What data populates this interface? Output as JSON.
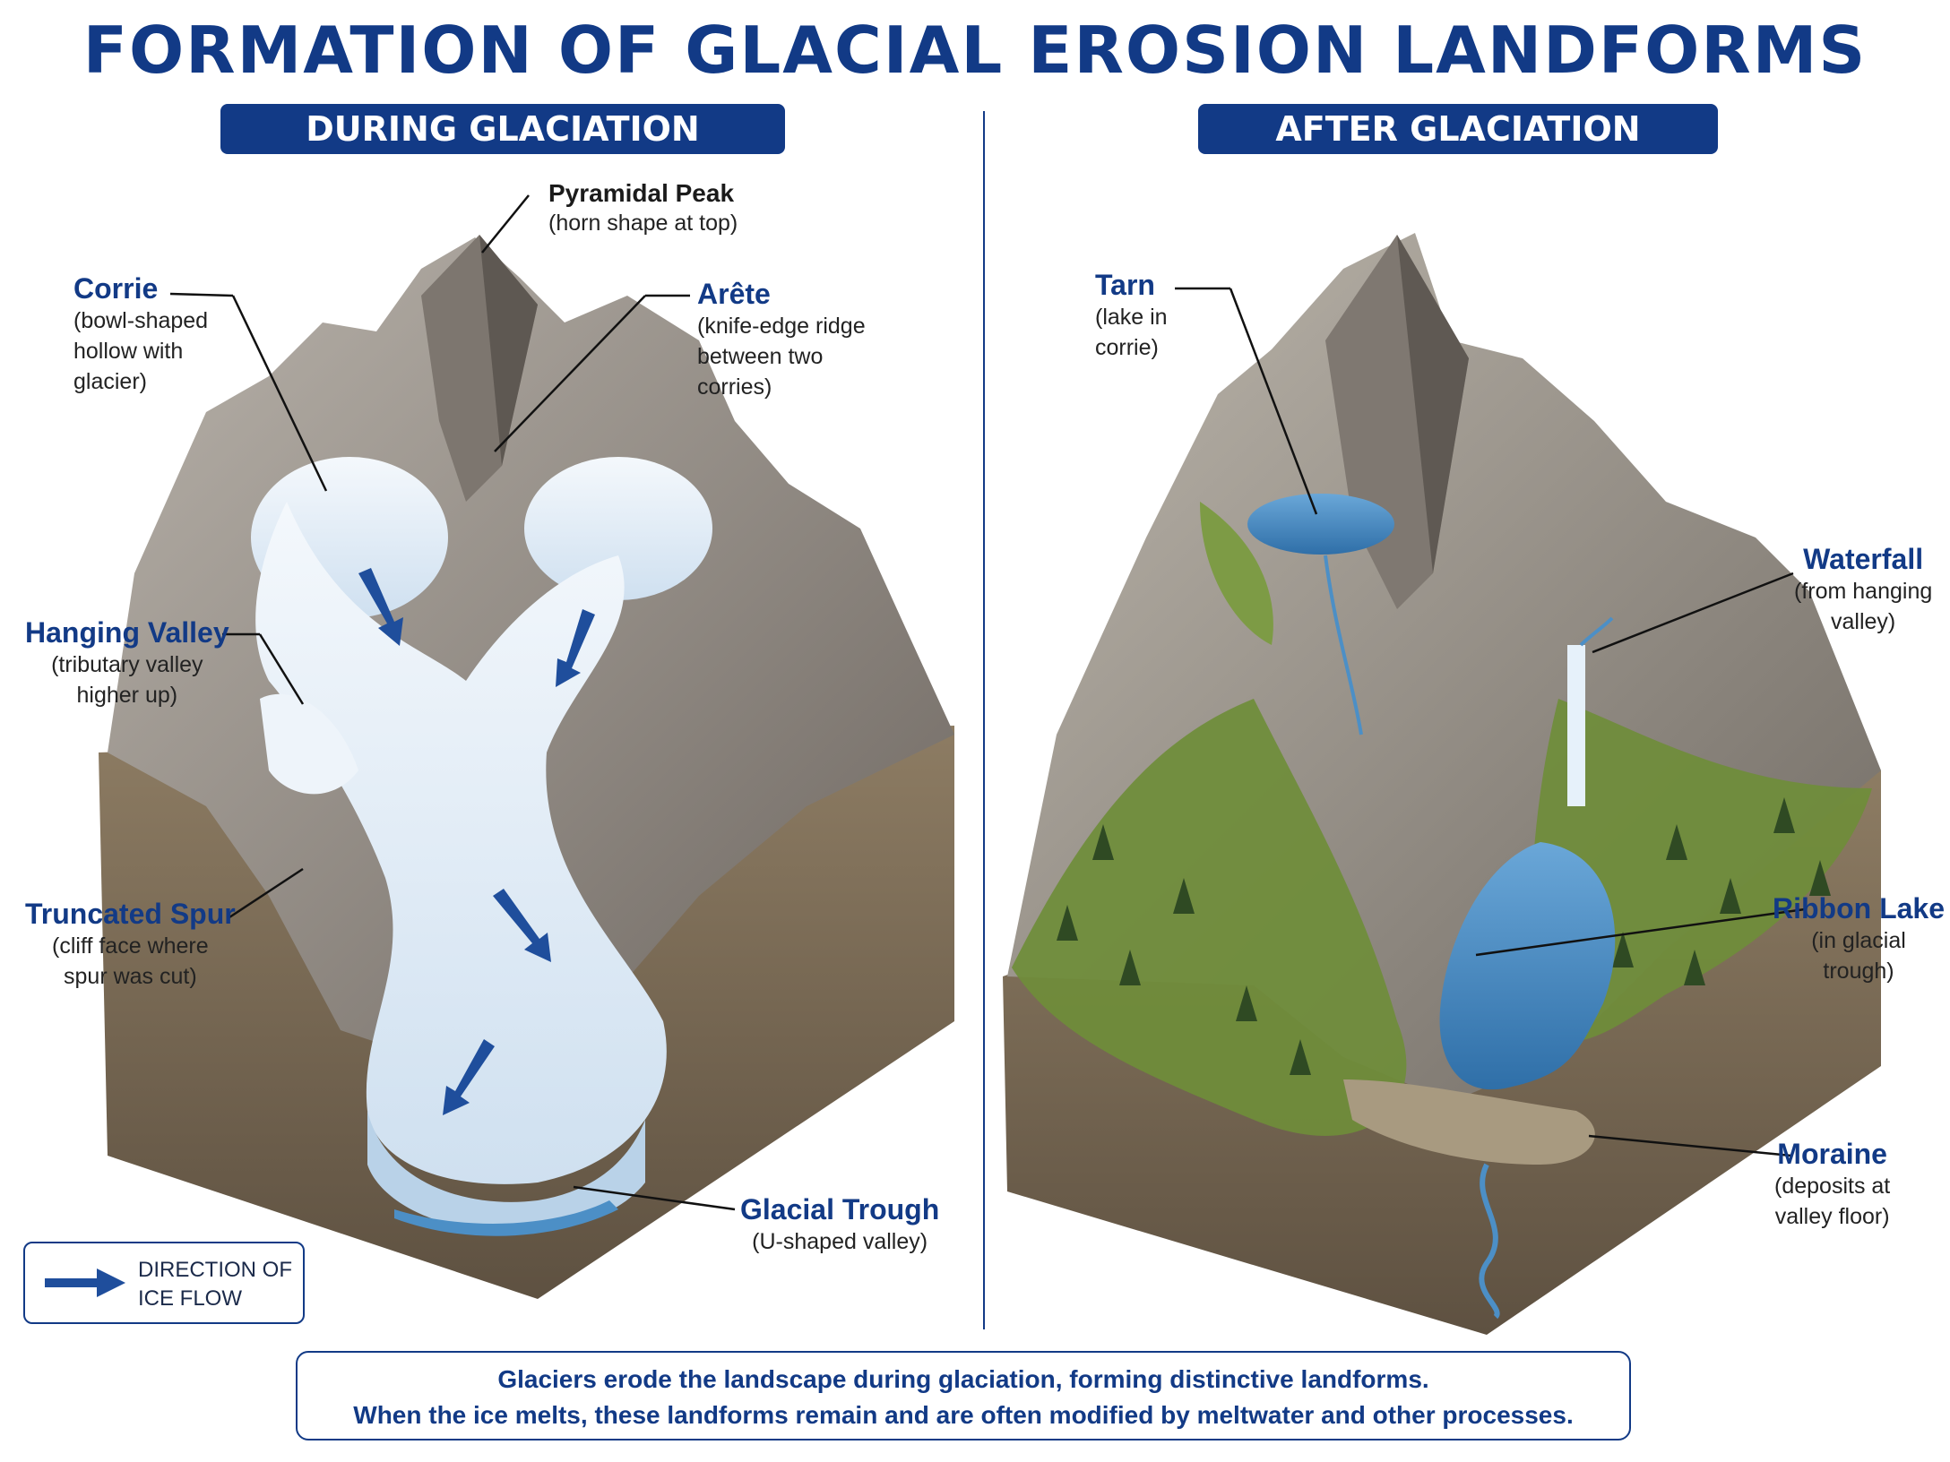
{
  "title": "FORMATION OF GLACIAL EROSION LANDFORMS",
  "panels": {
    "left": {
      "heading": "DURING GLACIATION"
    },
    "right": {
      "heading": "AFTER GLACIATION"
    }
  },
  "labels_left": {
    "pyramidal_peak": {
      "name": "Pyramidal Peak",
      "desc": "(horn shape at top)"
    },
    "corrie": {
      "name": "Corrie",
      "desc": "(bowl-shaped\nhollow with\nglacier)"
    },
    "arete": {
      "name": "Arête",
      "desc": "(knife-edge ridge\nbetween two\ncorries)"
    },
    "hanging_valley": {
      "name": "Hanging Valley",
      "desc": "(tributary valley\nhigher up)"
    },
    "truncated_spur": {
      "name": "Truncated Spur",
      "desc": "(cliff face where\nspur was cut)"
    },
    "glacial_trough": {
      "name": "Glacial Trough",
      "desc": "(U-shaped valley)"
    }
  },
  "labels_right": {
    "tarn": {
      "name": "Tarn",
      "desc": "(lake in\ncorrie)"
    },
    "waterfall": {
      "name": "Waterfall",
      "desc": "(from hanging\nvalley)"
    },
    "ribbon_lake": {
      "name": "Ribbon Lake",
      "desc": "(in glacial\ntrough)"
    },
    "moraine": {
      "name": "Moraine",
      "desc": "(deposits at\nvalley floor)"
    }
  },
  "legend": {
    "text": "DIRECTION OF\nICE FLOW",
    "arrow_color": "#1f4e9c"
  },
  "caption": {
    "line1": "Glaciers erode the landscape during glaciation, forming distinctive landforms.",
    "line2": "When the ice melts, these landforms remain and are often modified by meltwater and other processes."
  },
  "colors": {
    "accent": "#123a86",
    "ice": "#e8f1fa",
    "rock": "#8a8580",
    "grass": "#6f8d3a",
    "water": "#4c8fc6",
    "soil": "#7a6a52"
  }
}
